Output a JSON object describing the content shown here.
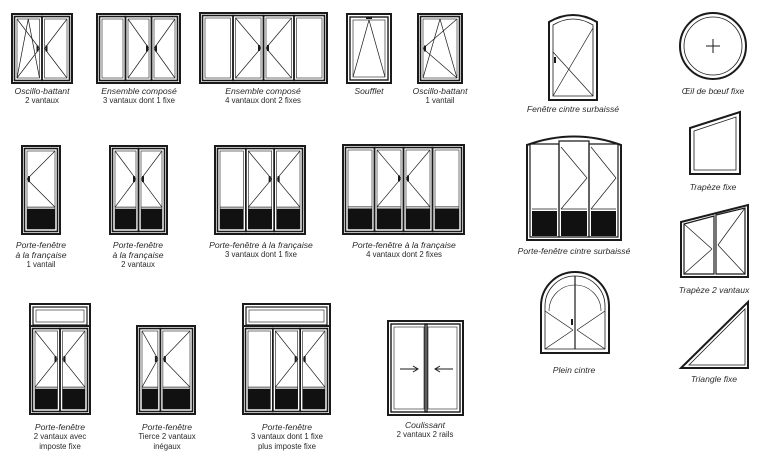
{
  "items": [
    {
      "title": [
        "Oscillo-battant"
      ],
      "sub": [
        "2 vantaux"
      ]
    },
    {
      "title": [
        "Ensemble composé"
      ],
      "sub": [
        "3 vantaux dont 1 fixe"
      ]
    },
    {
      "title": [
        "Ensemble composé"
      ],
      "sub": [
        "4 vantaux dont 2 fixes"
      ]
    },
    {
      "title": [
        "Soufflet"
      ],
      "sub": []
    },
    {
      "title": [
        "Oscillo-battant"
      ],
      "sub": [
        "1 vantail"
      ]
    },
    {
      "title": [
        "Fenêtre cintre surbaissé"
      ],
      "sub": []
    },
    {
      "title": [
        "Œil de bœuf fixe"
      ],
      "sub": []
    },
    {
      "title": [
        "Porte-fenêtre",
        "à la française"
      ],
      "sub": [
        "1 vantail"
      ]
    },
    {
      "title": [
        "Porte-fenêtre",
        "à la française"
      ],
      "sub": [
        "2 vantaux"
      ]
    },
    {
      "title": [
        "Porte-fenêtre à la française"
      ],
      "sub": [
        "3 vantaux dont 1 fixe"
      ]
    },
    {
      "title": [
        "Porte-fenêtre à la française"
      ],
      "sub": [
        "4 vantaux dont 2 fixes"
      ]
    },
    {
      "title": [
        "Porte-fenêtre cintre surbaissé"
      ],
      "sub": []
    },
    {
      "title": [
        "Trapèze fixe"
      ],
      "sub": []
    },
    {
      "title": [
        "Trapèze 2 vantaux"
      ],
      "sub": []
    },
    {
      "title": [
        "Plein cintre"
      ],
      "sub": []
    },
    {
      "title": [
        "Triangle fixe"
      ],
      "sub": []
    },
    {
      "title": [
        "Porte-fenêtre"
      ],
      "sub": [
        "2 vantaux avec",
        "imposte fixe"
      ]
    },
    {
      "title": [
        "Porte-fenêtre"
      ],
      "sub": [
        "Tierce 2 vantaux",
        "inégaux"
      ]
    },
    {
      "title": [
        "Porte-fenêtre"
      ],
      "sub": [
        "3 vantaux dont 1 fixe",
        "plus imposte fixe"
      ]
    },
    {
      "title": [
        "Coulissant"
      ],
      "sub": [
        "2 vantaux 2 rails"
      ]
    }
  ],
  "colors": {
    "stroke": "#1a1a1a",
    "panel": "#111111",
    "text": "#2a2a2a"
  }
}
